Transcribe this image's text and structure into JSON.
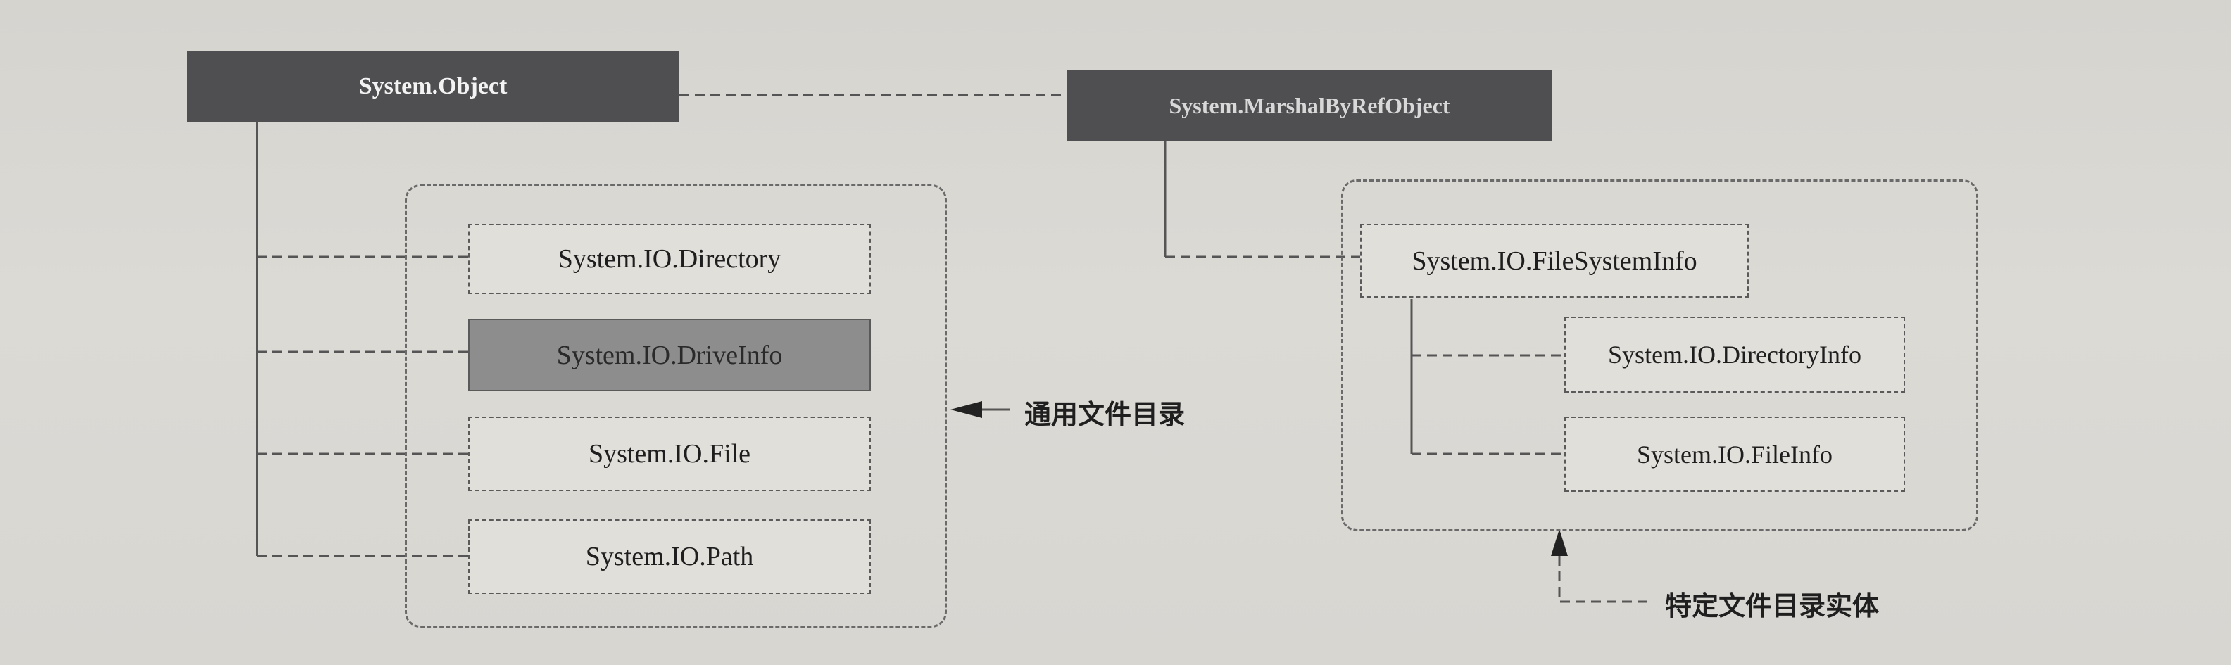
{
  "left_root": "System.Object",
  "right_root": "System.MarshalByRefObject",
  "general_group": {
    "items": [
      "System.IO.Directory",
      "System.IO.DriveInfo",
      "System.IO.File",
      "System.IO.Path"
    ],
    "caption": "通用文件目录"
  },
  "specific_group": {
    "parent": "System.IO.FileSystemInfo",
    "children": [
      "System.IO.DirectoryInfo",
      "System.IO.FileInfo"
    ],
    "caption": "特定文件目录实体"
  }
}
